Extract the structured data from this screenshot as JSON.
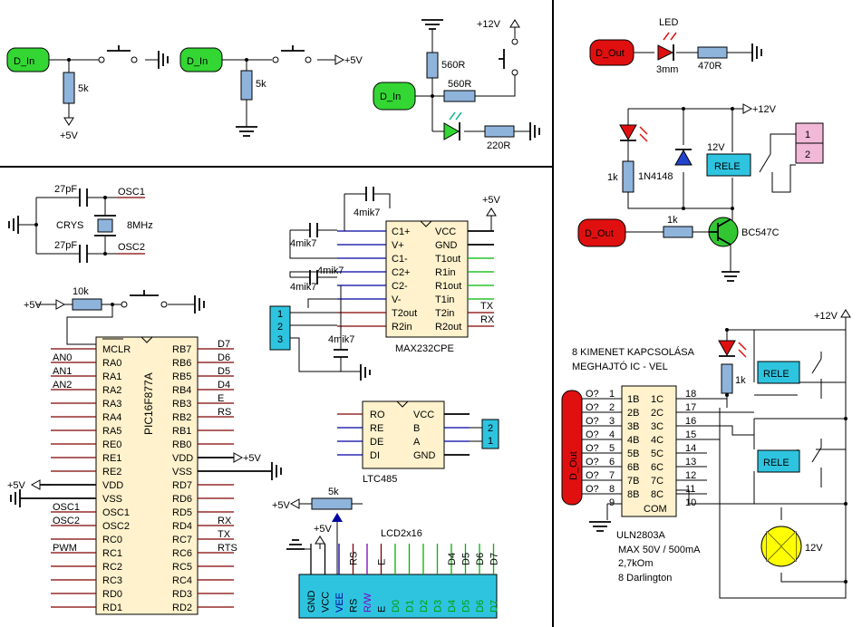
{
  "colors": {
    "input_term": "#33d633",
    "output_term": "#e01010",
    "resistor": "#8fb4dc",
    "chip": "#fff2cc",
    "relay": "#2ec4e0",
    "connector_pink": "#f2b8d8",
    "lamp_yellow": "#ffff00",
    "lamp_magenta": "#ff00ff"
  },
  "terminals": {
    "d_in": "D_In",
    "d_out": "D_Out"
  },
  "top_left": {
    "r1": "5k",
    "r2": "5k",
    "vplus": "+5V",
    "r3": "560R",
    "r4": "560R",
    "r5": "220R",
    "v12": "+12V"
  },
  "top_right": {
    "led": "LED",
    "led_size": "3mm",
    "r_led": "470R",
    "v12": "+12V",
    "r1k": "1k",
    "diode": "1N4148",
    "relay_v": "12V",
    "relay": "RELE",
    "conn_1": "1",
    "conn_2": "2",
    "rb": "1k",
    "transistor": "BC547C"
  },
  "osc": {
    "c1": "27pF",
    "c2": "27pF",
    "osc1": "OSC1",
    "osc2": "OSC2",
    "crys": "CRYS",
    "freq": "8MHz"
  },
  "pic": {
    "name": "PIC16F877A",
    "pullup_r": "10k",
    "vplus": "+5V",
    "left_pins": [
      "MCLR",
      "RA0",
      "RA1",
      "RA2",
      "RA3",
      "RA4",
      "RA5",
      "RE0",
      "RE1",
      "RE2",
      "VDD",
      "VSS",
      "OSC1",
      "OSC2",
      "RC0",
      "RC1",
      "RC2",
      "RC3",
      "RD0",
      "RD1"
    ],
    "right_pins": [
      "RB7",
      "RB6",
      "RB5",
      "RB4",
      "RB3",
      "RB2",
      "RB1",
      "RB0",
      "VDD",
      "VSS",
      "RD7",
      "RD6",
      "RD5",
      "RD4",
      "RC7",
      "RC6",
      "RC5",
      "RC4",
      "RD3",
      "RD2"
    ],
    "left_labels": [
      "",
      "AN0",
      "AN1",
      "AN2",
      "",
      "",
      "",
      "",
      "",
      "",
      "+5V",
      "",
      "OSC1",
      "OSC2",
      "",
      "PWM",
      "",
      "",
      "",
      ""
    ],
    "right_labels": [
      "D7",
      "D6",
      "D5",
      "D4",
      "E",
      "RS",
      "",
      "",
      "+5V",
      "",
      "",
      "",
      "",
      "RX",
      "TX",
      "RTS",
      "",
      "",
      "",
      ""
    ]
  },
  "max232": {
    "name": "MAX232CPE",
    "vplus": "+5V",
    "caps": [
      "4mik7",
      "4mik7",
      "4mik7",
      "4mik7",
      "4mik7"
    ],
    "left_pins": [
      "C1+",
      "V+",
      "C1-",
      "C2+",
      "C2-",
      "V-",
      "T2out",
      "R2in"
    ],
    "right_pins": [
      "VCC",
      "GND",
      "T1out",
      "R1in",
      "R1out",
      "T1in",
      "T2in",
      "R2out"
    ],
    "tx": "TX",
    "rx": "RX",
    "conn": [
      "1",
      "2",
      "3"
    ]
  },
  "ltc485": {
    "name": "LTC485",
    "left_pins": [
      "RO",
      "RE",
      "DE",
      "DI"
    ],
    "right_pins": [
      "VCC",
      "B",
      "A",
      "GND"
    ],
    "conn": [
      "2",
      "1"
    ]
  },
  "lcd": {
    "name": "LCD2x16",
    "pot": "5k",
    "vplus": "+5V",
    "vplus2": "+5V",
    "pins": [
      "GND",
      "VCC",
      "VEE",
      "RS",
      "R/W",
      "E",
      "D0",
      "D1",
      "D2",
      "D3",
      "D4",
      "D5",
      "D6",
      "D7"
    ],
    "top_labels": [
      "RS",
      "E",
      "D4",
      "D5",
      "D6",
      "D7"
    ]
  },
  "uln": {
    "title_1": "8 KIMENET KAPCSOLÁSA",
    "title_2": "MEGHAJTÓ IC - VEL",
    "name": "ULN2803A",
    "spec_1": "MAX 50V / 500mA",
    "spec_2": "2,7kOm",
    "spec_3": "8 Darlington",
    "in_labels": [
      "O?",
      "O?",
      "O?",
      "O?",
      "O?",
      "O?",
      "O?",
      "O?"
    ],
    "left_nums": [
      "1",
      "2",
      "3",
      "4",
      "5",
      "6",
      "7",
      "8",
      "9"
    ],
    "left_pins": [
      "1B",
      "2B",
      "3B",
      "4B",
      "5B",
      "6B",
      "7B",
      "8B"
    ],
    "right_pins": [
      "1C",
      "2C",
      "3C",
      "4C",
      "5C",
      "6C",
      "7C",
      "8C"
    ],
    "com": "COM",
    "right_nums": [
      "18",
      "17",
      "16",
      "15",
      "14",
      "13",
      "12",
      "11",
      "10"
    ],
    "v12": "+12V",
    "r1k": "1k",
    "relay": "RELE",
    "relay2": "RELE",
    "lamp_v": "12V"
  }
}
